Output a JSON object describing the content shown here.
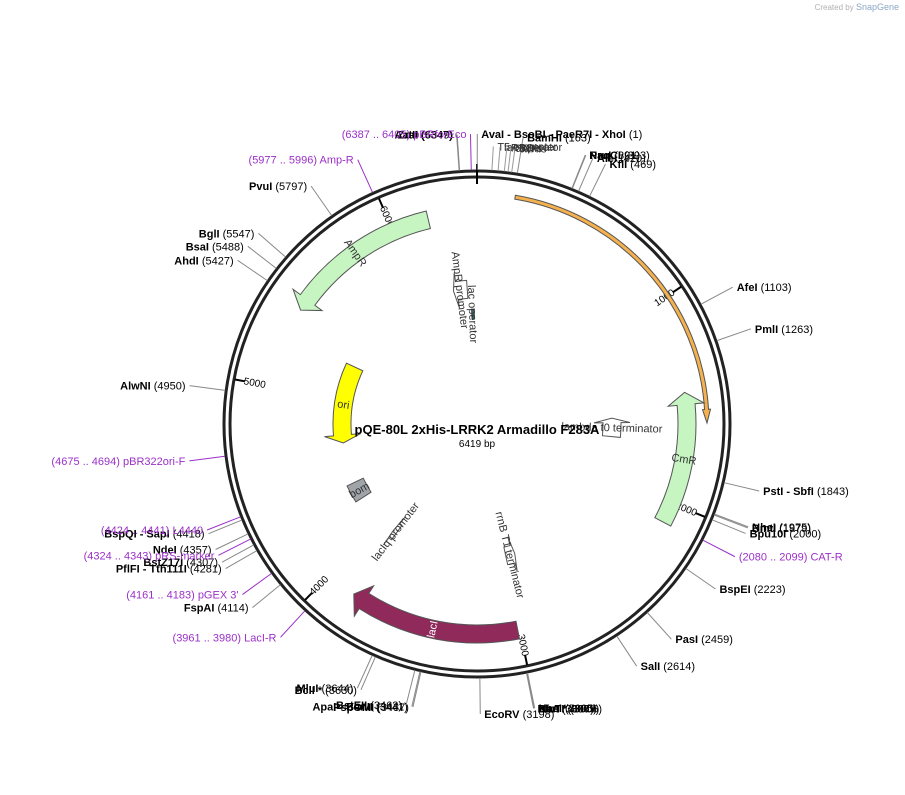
{
  "credit": {
    "prefix": "Created by",
    "brand": "SnapGene"
  },
  "plasmid": {
    "name": "pQE-80L 2xHis-LRRK2 Armadillo F283A",
    "length_label": "6419 bp",
    "length": 6419
  },
  "ruler": [
    {
      "pos": 1000,
      "label": "1000"
    },
    {
      "pos": 2000,
      "label": "2000"
    },
    {
      "pos": 3000,
      "label": "3000"
    },
    {
      "pos": 4000,
      "label": "4000"
    },
    {
      "pos": 5000,
      "label": "5000"
    },
    {
      "pos": 6000,
      "label": "6000"
    }
  ],
  "features": [
    {
      "name": "LRRK2 Armadillo",
      "start": 170,
      "end": 1600,
      "ring": 0,
      "color": "#f5b14d",
      "dir": 1,
      "label": ""
    },
    {
      "name": "CmR",
      "start": 1450,
      "end": 2100,
      "ring": 1,
      "color": "#c6f5c2",
      "dir": -1,
      "label": "CmR"
    },
    {
      "name": "lambda t0 terminator",
      "start": 1560,
      "end": 1700,
      "ring": 2,
      "color": "#ffffff",
      "dir": -1,
      "label": "lambda t0 terminator"
    },
    {
      "name": "rrnB T1 terminator",
      "start": 2920,
      "end": 2990,
      "ring": 2,
      "color": "#ffffff",
      "dir": -1,
      "label": "rrnB T1 terminator"
    },
    {
      "name": "lacI",
      "start": 3850,
      "end": 3010,
      "ring": 1,
      "color": "#8f2a5a",
      "dir": 1,
      "label": "lacI"
    },
    {
      "name": "lacIq promoter",
      "start": 3890,
      "end": 3860,
      "ring": 2,
      "color": "#ffffff",
      "dir": 1,
      "label": "lacIq promoter"
    },
    {
      "name": "bom",
      "start": 4230,
      "end": 4360,
      "ring": 2,
      "color": "#a0a5aa",
      "dir": 0,
      "label": "bom"
    },
    {
      "name": "ori",
      "start": 4670,
      "end": 5260,
      "ring": 2,
      "color": "#ffff00",
      "dir": -1,
      "label": "ori"
    },
    {
      "name": "AmpR",
      "start": 5400,
      "end": 6180,
      "ring": 1,
      "color": "#c6f5c2",
      "dir": -1,
      "label": "AmpR"
    },
    {
      "name": "AmpR promoter",
      "start": 6240,
      "end": 6345,
      "ring": 2,
      "color": "#ffffff",
      "dir": -1,
      "label": "AmpR promoter"
    },
    {
      "name": "lac operator",
      "start": 6370,
      "end": 6395,
      "ring": 3,
      "color": "#2e6a73",
      "dir": 0,
      "label": "lac operator"
    }
  ],
  "enzymes": [
    {
      "pos": 1,
      "label": "AvaI   - BsoBI   - PaeR7I   - XhoI",
      "num": "(1)"
    },
    {
      "pos": 163,
      "label": "BamHI",
      "num": "(163)"
    },
    {
      "pos": 391,
      "label": "NruI",
      "num": "(391)"
    },
    {
      "pos": 393,
      "label": "PaqCI",
      "num": "(393)"
    },
    {
      "pos": 420,
      "label": "AleI",
      "num": "(420)"
    },
    {
      "pos": 469,
      "label": "KflI",
      "num": "(469)"
    },
    {
      "pos": 1103,
      "label": "AfeI",
      "num": "(1103)"
    },
    {
      "pos": 1263,
      "label": "PmlI",
      "num": "(1263)"
    },
    {
      "pos": 1843,
      "label": "PstI   - SbfI",
      "num": "(1843)"
    },
    {
      "pos": 1975,
      "label": "NheI",
      "num": "(1975)"
    },
    {
      "pos": 1979,
      "label": "BmtI",
      "num": "(1979)"
    },
    {
      "pos": 2000,
      "label": "Bpu10I",
      "num": "(2000)"
    },
    {
      "pos": 2223,
      "label": "BspEI",
      "num": "(2223)"
    },
    {
      "pos": 2459,
      "label": "PasI",
      "num": "(2459)"
    },
    {
      "pos": 2614,
      "label": "SalI",
      "num": "(2614)"
    },
    {
      "pos": 3005,
      "label": "KasI",
      "num": "(3005)"
    },
    {
      "pos": 3006,
      "label": "NarI *",
      "num": "(3006)"
    },
    {
      "pos": 3007,
      "label": "SfoI",
      "num": "(3007)"
    },
    {
      "pos": 3009,
      "label": "PluTI",
      "num": "(3009)"
    },
    {
      "pos": 3198,
      "label": "EcoRV",
      "num": "(3198)"
    },
    {
      "pos": 3437,
      "label": "PspOMI",
      "num": "(3437)"
    },
    {
      "pos": 3441,
      "label": "ApaI   - BanII",
      "num": "(3441)"
    },
    {
      "pos": 3462,
      "label": "BstEII",
      "num": "(3462)"
    },
    {
      "pos": 3630,
      "label": "BclI *",
      "num": "(3630)"
    },
    {
      "pos": 3644,
      "label": "MluI",
      "num": "(3644)"
    },
    {
      "pos": 4114,
      "label": "FspAI",
      "num": "(4114)"
    },
    {
      "pos": 4281,
      "label": "PflFI   - Tth111I",
      "num": "(4281)"
    },
    {
      "pos": 4307,
      "label": "BstZ17I",
      "num": "(4307)"
    },
    {
      "pos": 4357,
      "label": "NdeI",
      "num": "(4357)"
    },
    {
      "pos": 4418,
      "label": "BspQI   - SapI",
      "num": "(4418)"
    },
    {
      "pos": 4950,
      "label": "AlwNI",
      "num": "(4950)"
    },
    {
      "pos": 5427,
      "label": "AhdI",
      "num": "(5427)"
    },
    {
      "pos": 5488,
      "label": "BsaI",
      "num": "(5488)"
    },
    {
      "pos": 5547,
      "label": "BglI",
      "num": "(5547)"
    },
    {
      "pos": 5797,
      "label": "PvuI",
      "num": "(5797)"
    },
    {
      "pos": 6347,
      "label": "ZraI",
      "num": "(6347)"
    },
    {
      "pos": 6349,
      "label": "AatII",
      "num": "(6349)"
    }
  ],
  "primers": [
    {
      "pos": 2090,
      "label": "CAT-R",
      "range": "(2080 .. 2099)"
    },
    {
      "pos": 3970,
      "label": "LacI-R",
      "range": "(3961 .. 3980)"
    },
    {
      "pos": 4172,
      "label": "pGEX 3'",
      "range": "(4161 .. 4183)"
    },
    {
      "pos": 4334,
      "label": "pRS-marker",
      "range": "(4324 .. 4343)"
    },
    {
      "pos": 4432,
      "label": "L4440",
      "range": "(4424 .. 4441)"
    },
    {
      "pos": 4684,
      "label": "pBR322ori-F",
      "range": "(4675 .. 4694)"
    },
    {
      "pos": 5986,
      "label": "Amp-R",
      "range": "(5977 .. 5996)"
    },
    {
      "pos": 6396,
      "label": "pBRforEco",
      "range": "(6387 .. 6405)"
    }
  ],
  "small_features": [
    {
      "pos": 60,
      "label": "T5 promoter",
      "color": "#ffffff"
    },
    {
      "pos": 85,
      "label": "lac operator",
      "color": "#9ed1e0"
    },
    {
      "pos": 110,
      "label": "RBS",
      "color": "#c8c8c8"
    },
    {
      "pos": 125,
      "label": "6xHis",
      "color": "#e8c3d1"
    },
    {
      "pos": 140,
      "label": "6xHis",
      "color": "#e8c3d1"
    }
  ]
}
